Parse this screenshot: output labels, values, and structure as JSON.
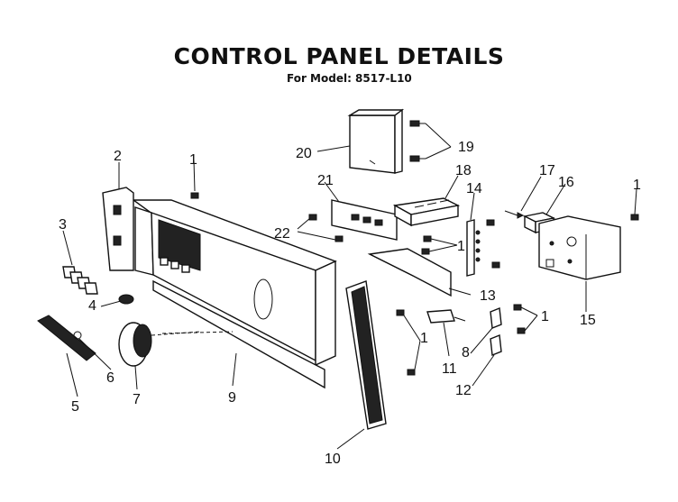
{
  "title": "CONTROL PANEL DETAILS",
  "subtitle": "For Model: 8517-L10",
  "callouts": {
    "c1a": "1",
    "c1b": "1",
    "c1c": "1",
    "c1d": "1",
    "c1e": "1",
    "c2": "2",
    "c3": "3",
    "c4": "4",
    "c5": "5",
    "c6": "6",
    "c7": "7",
    "c8": "8",
    "c9": "9",
    "c10": "10",
    "c11": "11",
    "c12": "12",
    "c13": "13",
    "c14": "14",
    "c15": "15",
    "c16": "16",
    "c17": "17",
    "c18": "18",
    "c19": "19",
    "c20": "20",
    "c21": "21",
    "c22": "22"
  }
}
